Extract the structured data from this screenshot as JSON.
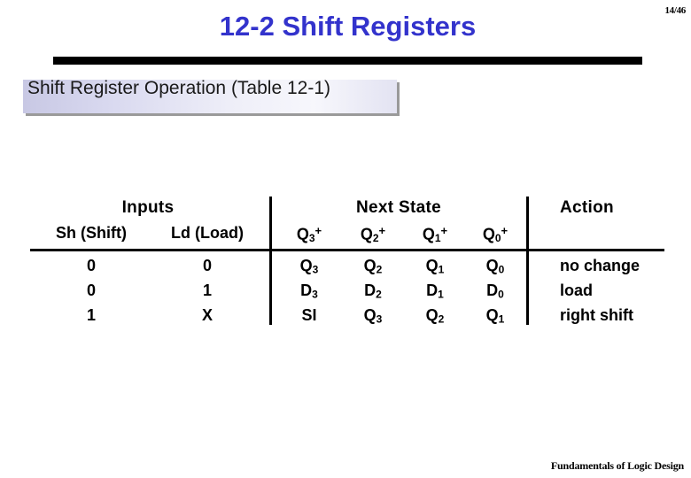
{
  "slide": {
    "title": "12-2 Shift Registers",
    "page_number": "14/46",
    "subtitle": "Shift Register Operation (Table 12-1)",
    "footer": "Fundamentals of Logic Design",
    "title_color": "#3333CC",
    "rule_color": "#000000",
    "plaque_color": "#DCDCEF"
  },
  "table": {
    "group_headers": {
      "inputs": "Inputs",
      "next_state": "Next State",
      "action": "Action"
    },
    "column_headers": {
      "sh": "Sh (Shift)",
      "ld": "Ld (Load)",
      "q3": "Q3+",
      "q2": "Q2+",
      "q1": "Q1+",
      "q0": "Q0+"
    },
    "rows": [
      {
        "sh": "0",
        "ld": "0",
        "n0": "Q3",
        "n1": "Q2",
        "n2": "Q1",
        "n3": "Q0",
        "action": "no change"
      },
      {
        "sh": "0",
        "ld": "1",
        "n0": "D3",
        "n1": "D2",
        "n2": "D1",
        "n3": "D0",
        "action": "load"
      },
      {
        "sh": "1",
        "ld": "X",
        "n0": "SI",
        "n1": "Q3",
        "n2": "Q2",
        "n3": "Q1",
        "action": "right shift"
      }
    ]
  }
}
